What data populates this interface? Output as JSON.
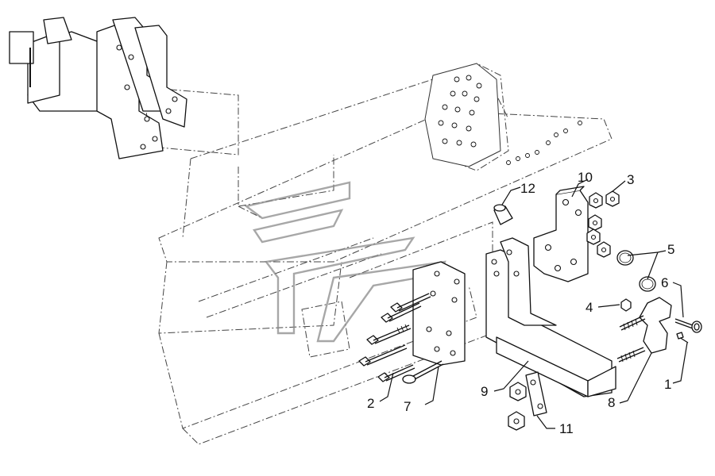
{
  "diagram": {
    "callouts": [
      {
        "id": "c1",
        "label": "1"
      },
      {
        "id": "c2",
        "label": "2"
      },
      {
        "id": "c3",
        "label": "3"
      },
      {
        "id": "c4",
        "label": "4"
      },
      {
        "id": "c5",
        "label": "5"
      },
      {
        "id": "c6",
        "label": "6"
      },
      {
        "id": "c7",
        "label": "7"
      },
      {
        "id": "c8",
        "label": "8"
      },
      {
        "id": "c9",
        "label": "9"
      },
      {
        "id": "c10",
        "label": "10"
      },
      {
        "id": "c11",
        "label": "11"
      },
      {
        "id": "c12",
        "label": "12"
      }
    ]
  },
  "colors": {
    "line": "#111111",
    "frame": "#444444",
    "watermark": "#8a8a8a",
    "background": "#ffffff"
  }
}
